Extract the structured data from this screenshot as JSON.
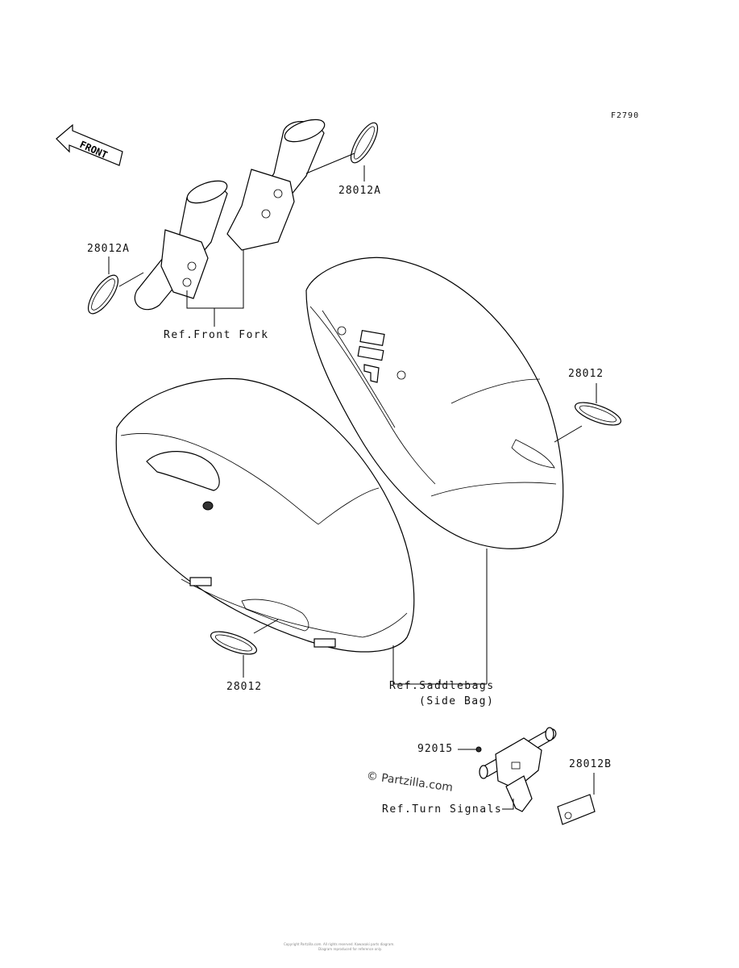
{
  "figure_id": "F2790",
  "front_arrow": "FRONT",
  "labels": {
    "p28012A_top": "28012A",
    "p28012A_left": "28012A",
    "ref_front_fork": "Ref.Front Fork",
    "p28012_right": "28012",
    "p28012_bottom": "28012",
    "ref_saddlebags_line1": "Ref.Saddlebags",
    "ref_saddlebags_line2": "(Side Bag)",
    "p92015": "92015",
    "p28012B": "28012B",
    "ref_turn_signals": "Ref.Turn Signals"
  },
  "watermark": "© Partzilla.com",
  "copyright_line1": "Copyright Partzilla.com. All rights reserved. Kawasaki parts diagram.",
  "copyright_line2": "Diagram reproduced for reference only."
}
